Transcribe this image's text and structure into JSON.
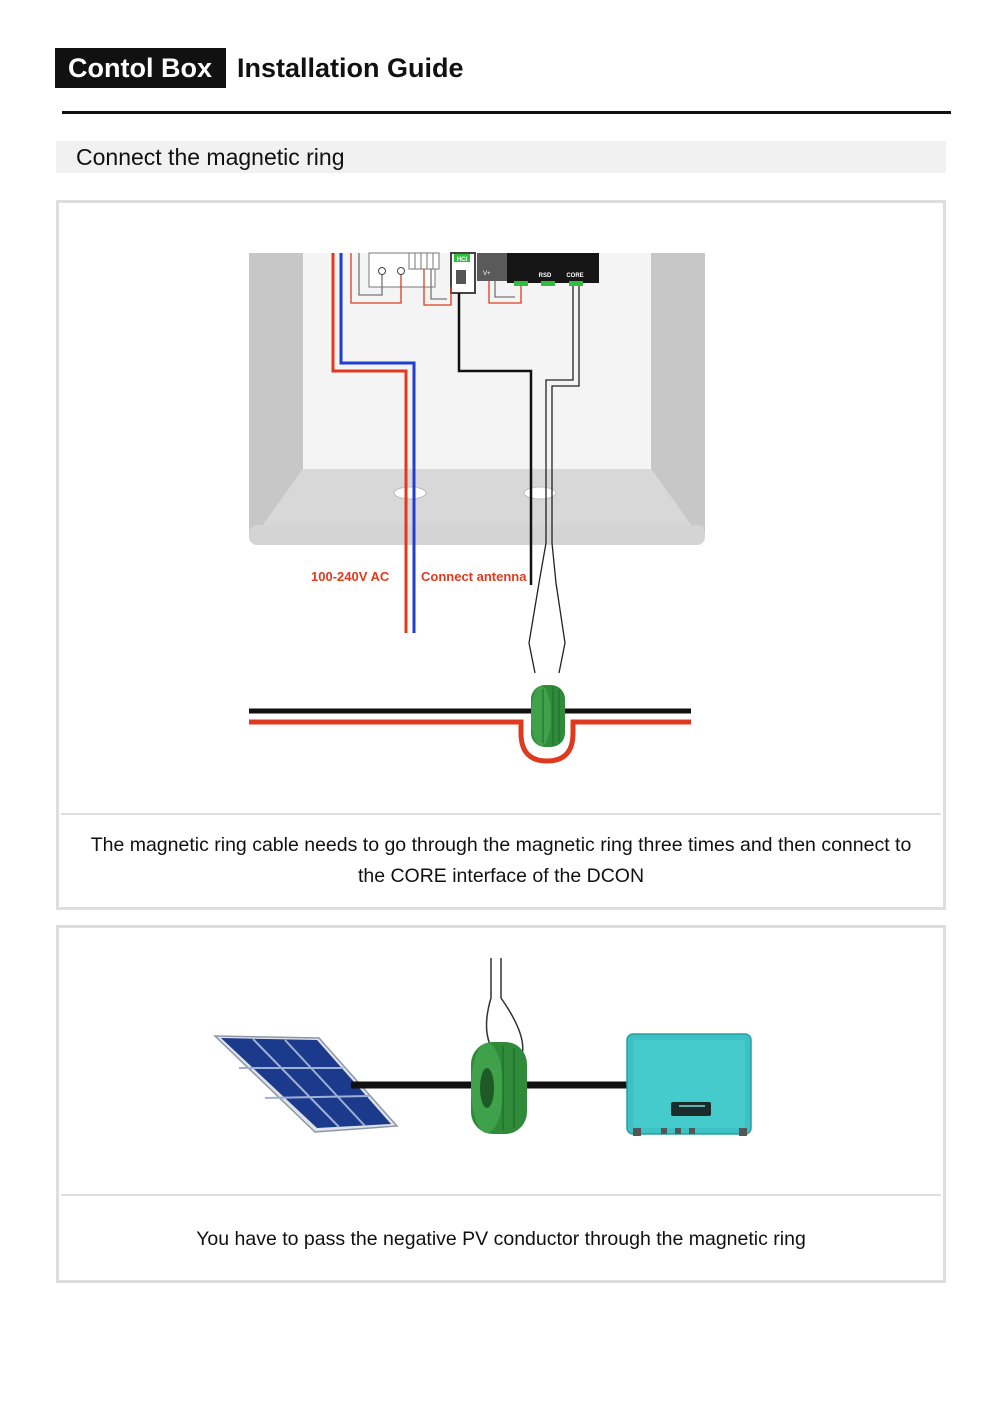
{
  "header": {
    "badge": "Contol Box",
    "title": "Installation Guide"
  },
  "section": {
    "title": "Connect the magnetic ring"
  },
  "panel1": {
    "labels": {
      "ac": "100-240V AC",
      "antenna": "Connect antenna",
      "hci": "HCI",
      "rsd": "RSD",
      "core": "CORE",
      "vterm": "V+"
    },
    "caption": "The magnetic ring cable needs to go through the magnetic ring three times and then connect to the CORE interface of the DCON"
  },
  "panel2": {
    "caption": "You have to pass the negative PV conductor through the magnetic ring"
  },
  "colors": {
    "ring": "#2f8a3a",
    "ac_live": "#e03a1e",
    "ac_neutral": "#1f3fcf",
    "inverter": "#3cc2c4",
    "solar_panel": "#1c3a8c"
  }
}
